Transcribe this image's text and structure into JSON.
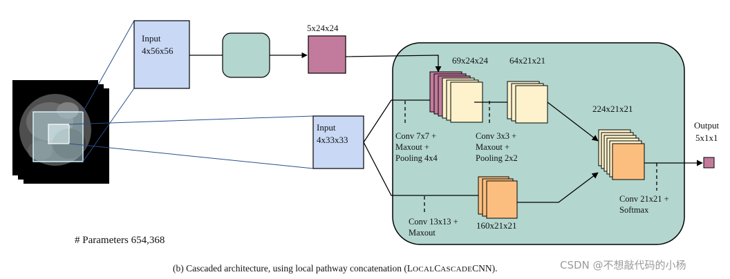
{
  "colors": {
    "input_blue": "#c8d8f5",
    "box_teal": "#b3d6cf",
    "panel_teal": "#b3d6cf",
    "output_mauve": "#c27b9c",
    "feature_pink": "#c27b9c",
    "feature_cream": "#fdf2cc",
    "feature_orange": "#fcbe7f",
    "pathway_line": "#2a4d8a",
    "watermark": "#9a9a9a"
  },
  "inputs": {
    "large": {
      "title": "Input",
      "size": "4x56x56"
    },
    "small": {
      "title": "Input",
      "size": "4x33x33"
    }
  },
  "pre_output": {
    "size": "5x24x24"
  },
  "stages": {
    "concat": {
      "size": "69x24x24"
    },
    "local_second": {
      "size": "64x21x21"
    },
    "merged": {
      "size": "224x21x21"
    },
    "global": {
      "size": "160x21x21"
    }
  },
  "ops": {
    "conv7": [
      "Conv 7x7 +",
      "Maxout +",
      "Pooling 4x4"
    ],
    "conv3": [
      "Conv 3x3 +",
      "Maxout +",
      "Pooling 2x2"
    ],
    "conv13": [
      "Conv 13x13 +",
      "Maxout"
    ],
    "conv21": [
      "Conv 21x21 +",
      "Softmax"
    ]
  },
  "output": {
    "title": "Output",
    "size": "5x1x1"
  },
  "parameters": "# Parameters 654,368",
  "caption": {
    "prefix": "(b) Cascaded architecture, using local pathway concatenation (",
    "smallcaps_parts": [
      {
        "big": "L",
        "small": "OCAL"
      },
      {
        "big": "C",
        "small": "ASCADE"
      },
      {
        "big": "CNN",
        "small": ""
      }
    ],
    "suffix": ")."
  },
  "watermark": "CSDN @不想敲代码的小杨"
}
